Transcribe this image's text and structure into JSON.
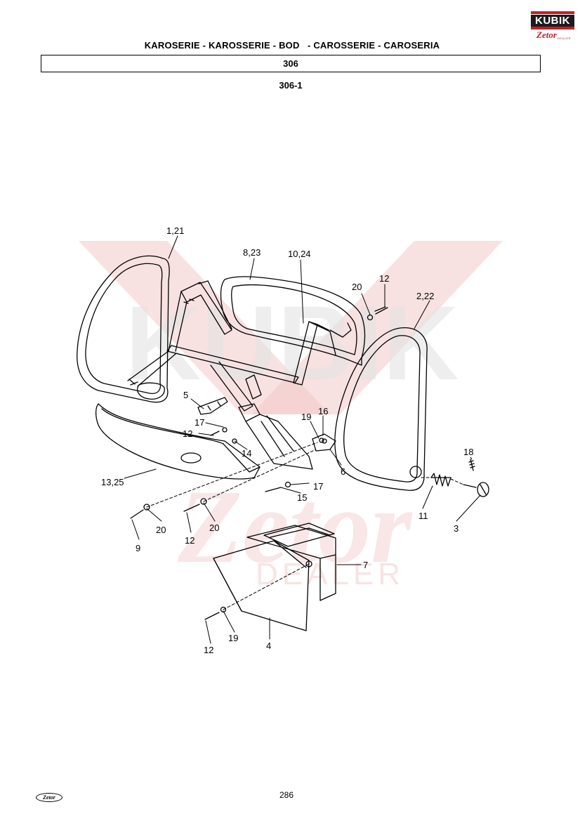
{
  "header": {
    "title": "KAROSERIE - KAROSSERIE - BOD   - CAROSSERIE - CAROSERIA",
    "section": "306",
    "subsection": "306-1"
  },
  "logo": {
    "word": "KUBIK",
    "brand": "Zetor",
    "dealer": "DEALER"
  },
  "watermark": {
    "word": "KUBIK",
    "brand": "Zetor",
    "dealer": "DEALER"
  },
  "callouts": [
    {
      "id": "c-1-21",
      "label": "1,21"
    },
    {
      "id": "c-8-23",
      "label": "8,23"
    },
    {
      "id": "c-10-24",
      "label": "10,24"
    },
    {
      "id": "c-20a",
      "label": "20"
    },
    {
      "id": "c-12a",
      "label": "12"
    },
    {
      "id": "c-2-22",
      "label": "2,22"
    },
    {
      "id": "c-5",
      "label": "5"
    },
    {
      "id": "c-17a",
      "label": "17"
    },
    {
      "id": "c-12b",
      "label": "12"
    },
    {
      "id": "c-14",
      "label": "14"
    },
    {
      "id": "c-19a",
      "label": "19"
    },
    {
      "id": "c-16",
      "label": "16"
    },
    {
      "id": "c-18",
      "label": "18"
    },
    {
      "id": "c-6",
      "label": "6"
    },
    {
      "id": "c-13-25",
      "label": "13,25"
    },
    {
      "id": "c-17b",
      "label": "17"
    },
    {
      "id": "c-15",
      "label": "15"
    },
    {
      "id": "c-11",
      "label": "11"
    },
    {
      "id": "c-3",
      "label": "3"
    },
    {
      "id": "c-20b",
      "label": "20"
    },
    {
      "id": "c-20c",
      "label": "20"
    },
    {
      "id": "c-9",
      "label": "9"
    },
    {
      "id": "c-12c",
      "label": "12"
    },
    {
      "id": "c-7",
      "label": "7"
    },
    {
      "id": "c-19b",
      "label": "19"
    },
    {
      "id": "c-4",
      "label": "4"
    },
    {
      "id": "c-12d",
      "label": "12"
    }
  ],
  "footer": {
    "page_number": "286",
    "logo_text": "Zetor"
  },
  "colors": {
    "watermark_red": "#f3c9c9",
    "watermark_gray": "#e3e3e3",
    "logo_red": "#c0202a",
    "ink": "#000000"
  }
}
